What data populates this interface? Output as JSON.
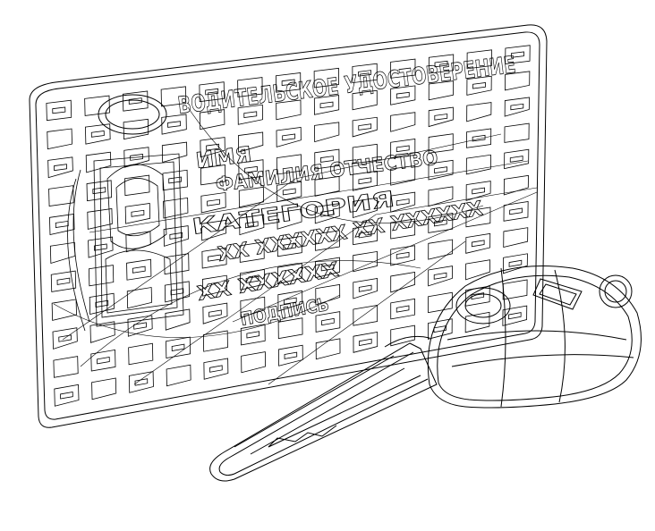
{
  "drawing": {
    "style": "wireframe line drawing",
    "stroke_color": "#000000",
    "background_color": "#ffffff"
  },
  "card": {
    "header_text": "ВОДИТЕЛЬСКОЕ УДОСТОВЕРЕНИЕ",
    "lines": [
      "ИМЯ",
      "ФАМИЛИЯ ОТЧЕСТВО",
      "КАТЕГОРИЯ",
      "XX XXXXXX XX XXXXXX",
      "XX XXXXXX",
      "ПОДПИСЬ"
    ]
  },
  "key": {
    "icon": "car-key-icon"
  }
}
